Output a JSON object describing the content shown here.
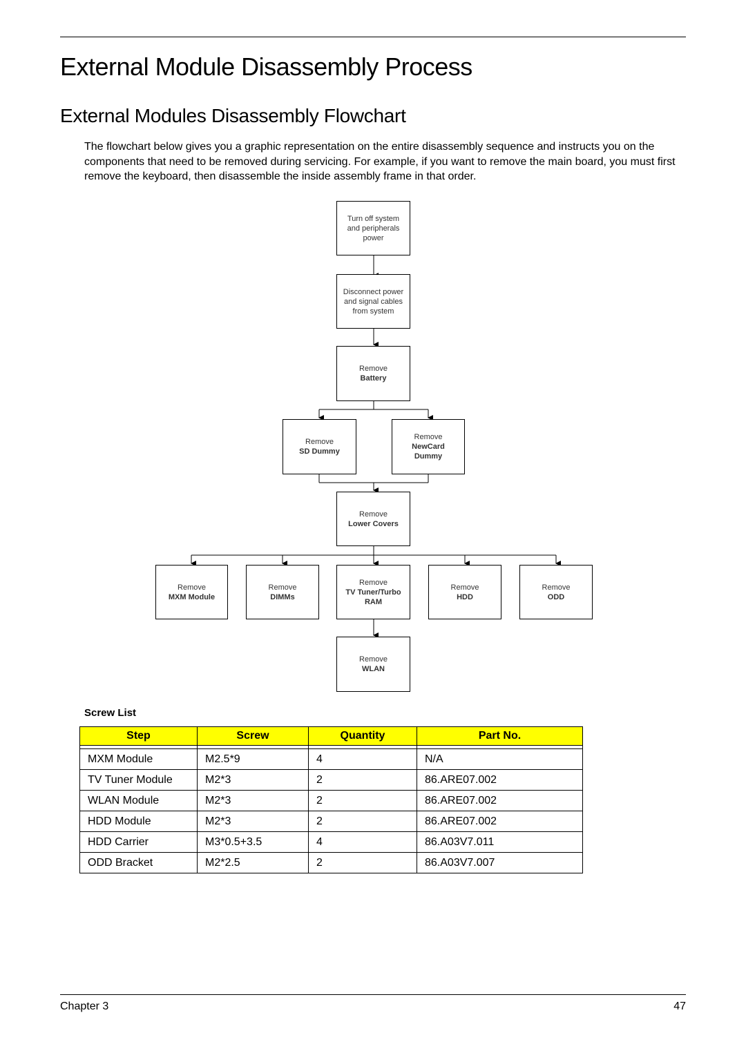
{
  "page": {
    "title": "External Module Disassembly Process",
    "subtitle": "External Modules Disassembly Flowchart",
    "intro": "The flowchart below gives you a graphic representation on the entire disassembly sequence and instructs you on the components that need to be removed during servicing. For example, if you want to remove the main board, you must first remove the keyboard, then disassemble the inside assembly frame in that order."
  },
  "flowchart": {
    "steps": {
      "power": {
        "lines": [
          "Turn off system",
          "and peripherals",
          "power"
        ]
      },
      "cables": {
        "lines": [
          "Disconnect power",
          "and signal cables",
          "from system"
        ]
      },
      "battery": {
        "action": "Remove",
        "object": "Battery"
      },
      "sd": {
        "action": "Remove",
        "object": "SD Dummy"
      },
      "newcard": {
        "action": "Remove",
        "object_lines": [
          "NewCard",
          "Dummy"
        ]
      },
      "lower": {
        "action": "Remove",
        "object": "Lower Covers"
      },
      "mxm": {
        "action": "Remove",
        "object": "MXM Module"
      },
      "dimms": {
        "action": "Remove",
        "object": "DIMMs"
      },
      "tvtuner": {
        "action": "Remove",
        "object_lines": [
          "TV Tuner/Turbo",
          "RAM"
        ]
      },
      "hdd": {
        "action": "Remove",
        "object": "HDD"
      },
      "odd": {
        "action": "Remove",
        "object": "ODD"
      },
      "wlan": {
        "action": "Remove",
        "object": "WLAN"
      }
    }
  },
  "screw_list": {
    "title": "Screw List",
    "headers": [
      "Step",
      "Screw",
      "Quantity",
      "Part No."
    ],
    "rows": [
      [
        "MXM Module",
        "M2.5*9",
        "4",
        "N/A"
      ],
      [
        "TV Tuner Module",
        "M2*3",
        "2",
        "86.ARE07.002"
      ],
      [
        "WLAN Module",
        "M2*3",
        "2",
        "86.ARE07.002"
      ],
      [
        "HDD Module",
        "M2*3",
        "2",
        "86.ARE07.002"
      ],
      [
        "HDD Carrier",
        "M3*0.5+3.5",
        "4",
        "86.A03V7.011"
      ],
      [
        "ODD Bracket",
        "M2*2.5",
        "2",
        "86.A03V7.007"
      ]
    ]
  },
  "footer": {
    "chapter": "Chapter 3",
    "page_number": "47"
  }
}
